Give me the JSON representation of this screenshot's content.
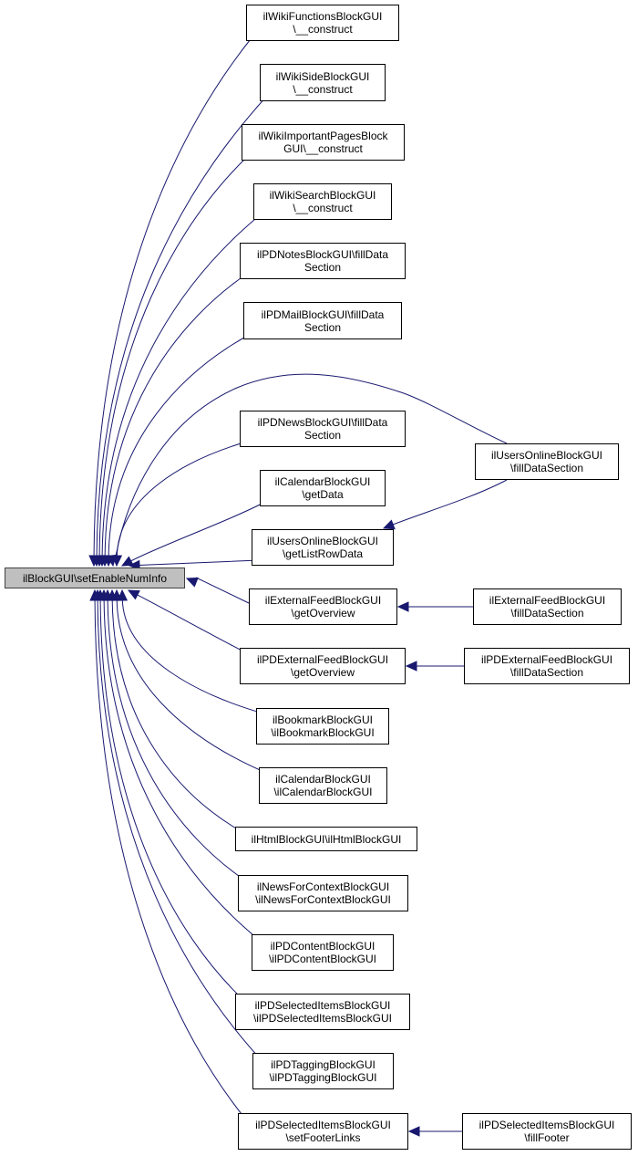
{
  "diagram": {
    "type": "doxygen-caller-graph",
    "edge_color": "#191970",
    "root_fill": "#bfbfbf",
    "root": {
      "id": "root",
      "lines": [
        "ilBlockGUI\\setEnableNumInfo"
      ]
    },
    "nodes": [
      {
        "id": "n1",
        "lines": [
          "ilWikiFunctionsBlockGUI",
          "\\__construct"
        ]
      },
      {
        "id": "n2",
        "lines": [
          "ilWikiSideBlockGUI",
          "\\__construct"
        ]
      },
      {
        "id": "n3",
        "lines": [
          "ilWikiImportantPagesBlock",
          "GUI\\__construct"
        ]
      },
      {
        "id": "n4",
        "lines": [
          "ilWikiSearchBlockGUI",
          "\\__construct"
        ]
      },
      {
        "id": "n5",
        "lines": [
          "ilPDNotesBlockGUI\\fillData",
          "Section"
        ]
      },
      {
        "id": "n6",
        "lines": [
          "ilPDMailBlockGUI\\fillData",
          "Section"
        ]
      },
      {
        "id": "n7",
        "lines": [
          "ilPDNewsBlockGUI\\fillData",
          "Section"
        ]
      },
      {
        "id": "n8",
        "lines": [
          "ilCalendarBlockGUI",
          "\\getData"
        ]
      },
      {
        "id": "n9",
        "lines": [
          "ilUsersOnlineBlockGUI",
          "\\getListRowData"
        ]
      },
      {
        "id": "r1",
        "lines": [
          "ilUsersOnlineBlockGUI",
          "\\fillDataSection"
        ]
      },
      {
        "id": "n10",
        "lines": [
          "ilExternalFeedBlockGUI",
          "\\getOverview"
        ]
      },
      {
        "id": "r2",
        "lines": [
          "ilExternalFeedBlockGUI",
          "\\fillDataSection"
        ]
      },
      {
        "id": "n11",
        "lines": [
          "ilPDExternalFeedBlockGUI",
          "\\getOverview"
        ]
      },
      {
        "id": "r3",
        "lines": [
          "ilPDExternalFeedBlockGUI",
          "\\fillDataSection"
        ]
      },
      {
        "id": "n12",
        "lines": [
          "ilBookmarkBlockGUI",
          "\\ilBookmarkBlockGUI"
        ]
      },
      {
        "id": "n13",
        "lines": [
          "ilCalendarBlockGUI",
          "\\ilCalendarBlockGUI"
        ]
      },
      {
        "id": "n14",
        "lines": [
          "ilHtmlBlockGUI\\ilHtmlBlockGUI"
        ]
      },
      {
        "id": "n15",
        "lines": [
          "ilNewsForContextBlockGUI",
          "\\ilNewsForContextBlockGUI"
        ]
      },
      {
        "id": "n16",
        "lines": [
          "ilPDContentBlockGUI",
          "\\ilPDContentBlockGUI"
        ]
      },
      {
        "id": "n17",
        "lines": [
          "ilPDSelectedItemsBlockGUI",
          "\\ilPDSelectedItemsBlockGUI"
        ]
      },
      {
        "id": "n18",
        "lines": [
          "ilPDTaggingBlockGUI",
          "\\ilPDTaggingBlockGUI"
        ]
      },
      {
        "id": "n19",
        "lines": [
          "ilPDSelectedItemsBlockGUI",
          "\\setFooterLinks"
        ]
      },
      {
        "id": "r4",
        "lines": [
          "ilPDSelectedItemsBlockGUI",
          "\\fillFooter"
        ]
      }
    ],
    "edges": [
      {
        "from": "n1",
        "to": "root"
      },
      {
        "from": "n2",
        "to": "root"
      },
      {
        "from": "n3",
        "to": "root"
      },
      {
        "from": "n4",
        "to": "root"
      },
      {
        "from": "n5",
        "to": "root"
      },
      {
        "from": "n6",
        "to": "root"
      },
      {
        "from": "r1",
        "to": "root"
      },
      {
        "from": "n7",
        "to": "root"
      },
      {
        "from": "n8",
        "to": "root"
      },
      {
        "from": "n9",
        "to": "root"
      },
      {
        "from": "r1",
        "to": "n9"
      },
      {
        "from": "n10",
        "to": "root"
      },
      {
        "from": "r2",
        "to": "n10"
      },
      {
        "from": "n11",
        "to": "root"
      },
      {
        "from": "r3",
        "to": "n11"
      },
      {
        "from": "n12",
        "to": "root"
      },
      {
        "from": "n13",
        "to": "root"
      },
      {
        "from": "n14",
        "to": "root"
      },
      {
        "from": "n15",
        "to": "root"
      },
      {
        "from": "n16",
        "to": "root"
      },
      {
        "from": "n17",
        "to": "root"
      },
      {
        "from": "n18",
        "to": "root"
      },
      {
        "from": "n19",
        "to": "root"
      },
      {
        "from": "r4",
        "to": "n19"
      }
    ]
  }
}
